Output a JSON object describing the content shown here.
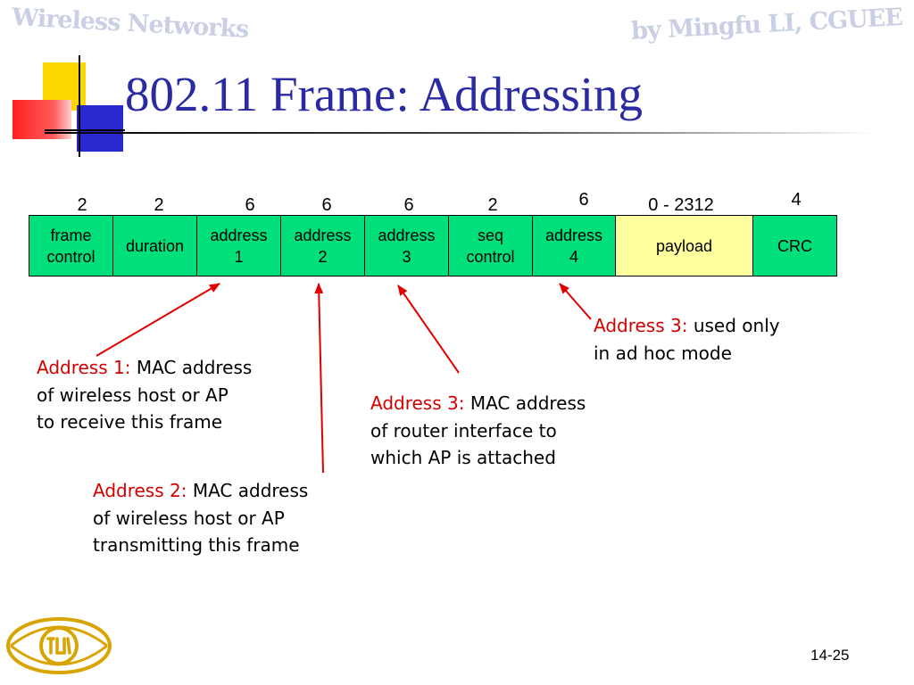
{
  "header": {
    "left": "Wireless Networks",
    "right": "by Mingfu LI, CGUEE"
  },
  "title": "802.11 Frame: Addressing",
  "frame": {
    "fields": [
      {
        "size": "2",
        "label": "frame\ncontrol"
      },
      {
        "size": "2",
        "label": "duration"
      },
      {
        "size": "6",
        "label": "address\n1"
      },
      {
        "size": "6",
        "label": "address\n2"
      },
      {
        "size": "6",
        "label": "address\n3"
      },
      {
        "size": "2",
        "label": "seq\ncontrol"
      },
      {
        "size": "6",
        "label": "address\n4"
      },
      {
        "size": "0 - 2312",
        "label": "payload"
      },
      {
        "size": "4",
        "label": "CRC"
      }
    ]
  },
  "notes": {
    "addr1": {
      "label": "Address 1:",
      "lines": [
        "MAC address",
        "of wireless host or AP",
        "to receive this frame"
      ]
    },
    "addr2": {
      "label": "Address 2:",
      "lines": [
        "MAC address",
        "of wireless host or AP",
        "transmitting this frame"
      ]
    },
    "addr3": {
      "label": "Address 3:",
      "lines": [
        "MAC address",
        "of router interface to",
        "which AP is attached"
      ]
    },
    "addr4": {
      "label": "Address 3:",
      "lines": [
        "used only",
        "in ad hoc mode"
      ]
    }
  },
  "footer": {
    "page_number": "14-25"
  },
  "colors": {
    "title": "#2a2aa3",
    "field_fill": "#00e07a",
    "payload_fill": "#ffff9e",
    "annotation_label": "#d40000",
    "arrow": "#e00000"
  }
}
